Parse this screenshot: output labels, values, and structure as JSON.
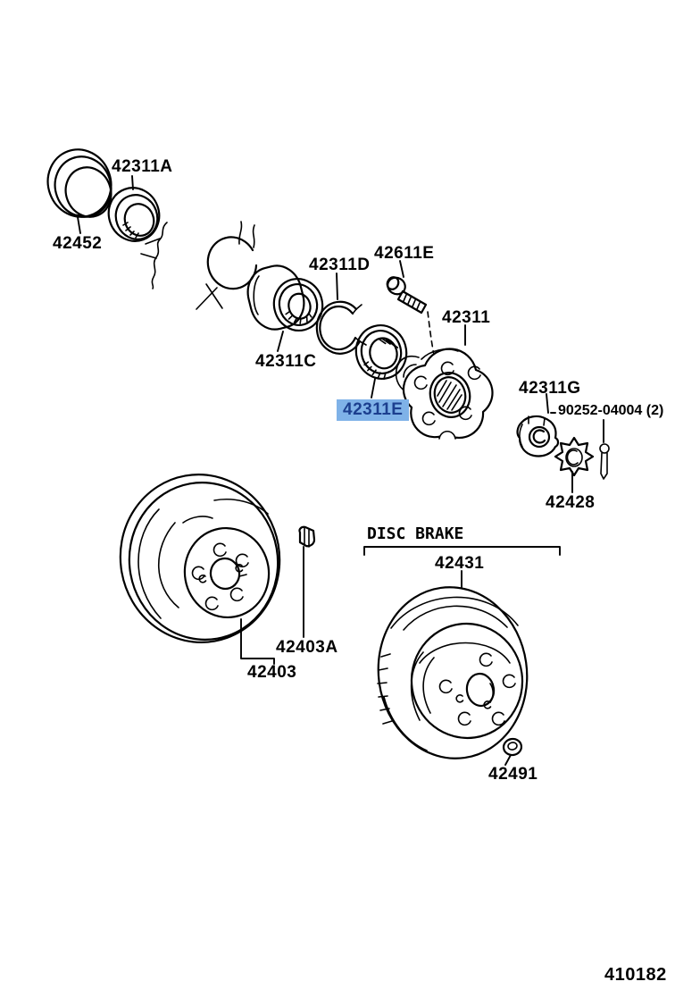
{
  "section_title": "DISC BRAKE",
  "drawing_number": "410182",
  "highlighted_part": "42311E",
  "colors": {
    "background": "#FFFFFF",
    "line": "#000000",
    "highlight_bg": "#7FB2E8",
    "highlight_text": "#1C3F8F"
  },
  "parts": {
    "p42452": "42452",
    "p42311A": "42311A",
    "p42311C": "42311C",
    "p42311D": "42311D",
    "p42311E": "42311E",
    "p42611E": "42611E",
    "p42311": "42311",
    "p42311G": "42311G",
    "p90252": "90252-04004 (2)",
    "p42428": "42428",
    "p42431": "42431",
    "p42403": "42403",
    "p42403A": "42403A",
    "p42491": "42491"
  }
}
